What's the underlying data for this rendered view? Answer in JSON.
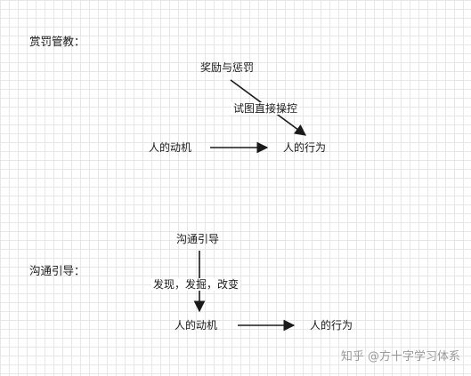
{
  "sections": {
    "top_label": "赏罚管教：",
    "bottom_label": "沟通引导："
  },
  "top_diagram": {
    "reward_punish": "奖励与惩罚",
    "manipulate": "试图直接操控",
    "motive": "人的动机",
    "behavior": "人的行为"
  },
  "bottom_diagram": {
    "communicate": "沟通引导",
    "discover": "发现，发掘，改变",
    "motive": "人的动机",
    "behavior": "人的行为"
  },
  "watermark": "知乎 @方十字学习体系"
}
